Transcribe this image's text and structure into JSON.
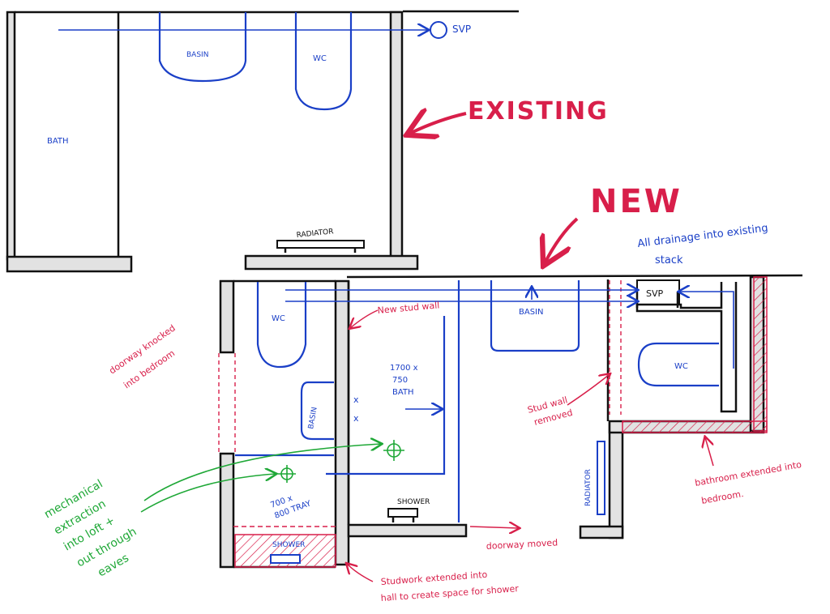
{
  "colors": {
    "ink": "#111111",
    "blue_pen": "#1a3fc7",
    "red_pen": "#d81f4a",
    "green_pen": "#1fa837",
    "wall_shade": "#e2e2e2"
  },
  "existing_plan": {
    "fixtures": {
      "bath": "BATH",
      "basin": "BASIN",
      "wc": "WC",
      "radiator": "RADIATOR",
      "svp": "SVP"
    },
    "callout": "EXISTING"
  },
  "new_plan": {
    "callout": "NEW",
    "drainage_note_line1": "All drainage into existing",
    "drainage_note_line2": "stack",
    "fixtures": {
      "wc_left": "WC",
      "basin_left": "BASIN",
      "bath_dims_line1": "1700 x",
      "bath_dims_line2": "750",
      "bath_dims_line3": "BATH",
      "basin_right": "BASIN",
      "svp": "SVP",
      "wc_right": "WC",
      "tray_dims_line1": "700 x",
      "tray_dims_line2": "800 TRAY",
      "shower_left": "SHOWER",
      "shower_mid": "SHOWER",
      "radiator": "RADIATOR"
    },
    "annotations": {
      "new_stud_wall": "New stud wall",
      "doorway_knocked_line1": "doorway knocked",
      "doorway_knocked_line2": "into bedroom",
      "stud_wall_removed_line1": "Stud wall",
      "stud_wall_removed_line2": "removed",
      "extraction_line1": "mechanical",
      "extraction_line2": "extraction",
      "extraction_line3": "into loft +",
      "extraction_line4": "out through",
      "extraction_line5": "eaves",
      "doorway_moved": "doorway moved",
      "bathroom_extended_line1": "bathroom extended into",
      "bathroom_extended_line2": "bedroom.",
      "studwork_line1": "Studwork extended into",
      "studwork_line2": "hall to create space for shower"
    }
  }
}
